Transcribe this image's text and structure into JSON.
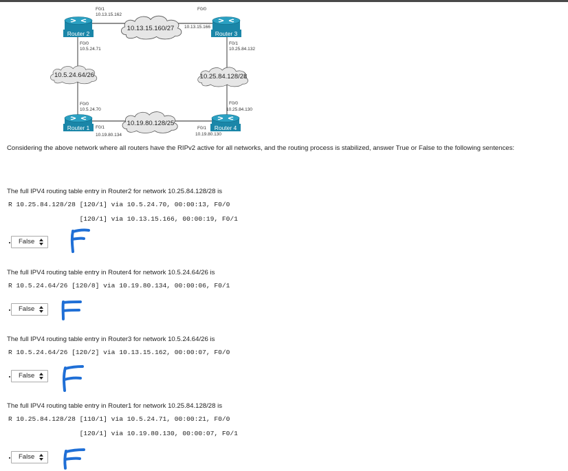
{
  "diagram": {
    "clouds": [
      {
        "id": "cloud-top",
        "label": "10.13.15.160/27"
      },
      {
        "id": "cloud-left",
        "label": "10.5.24.64/26"
      },
      {
        "id": "cloud-right",
        "label": "10.25.84.128/28"
      },
      {
        "id": "cloud-bottom",
        "label": "10.19.80.128/25"
      }
    ],
    "routers": [
      {
        "id": "router-2",
        "label": "Router 2"
      },
      {
        "id": "router-3",
        "label": "Router 3"
      },
      {
        "id": "router-1",
        "label": "Router 1"
      },
      {
        "id": "router-4",
        "label": "Router 4"
      }
    ],
    "interfaces": {
      "r2_f01": "F0/1",
      "r2_f01_ip": "10.13.15.162",
      "r2_f00": "F0/0",
      "r2_f00_ip": "10.5.24.71",
      "r3_f00": "F0/0",
      "r3_f00_ip": "10.13.15.166",
      "r3_f01": "F0/1",
      "r3_f01_ip": "10.25.84.132",
      "r1_f00": "F0/0",
      "r1_f00_ip": "10.5.24.70",
      "r1_f01": "F0/1",
      "r1_f01_ip": "10.19.80.134",
      "r4_f00": "F0/0",
      "r4_f00_ip": "10.25.84.130",
      "r4_f01": "F0/1",
      "r4_f01_ip": "10.19.80.130"
    },
    "colors": {
      "router": "#1a86a8",
      "cloud_fill": "#e6e6e6",
      "link": "#222222"
    }
  },
  "intro": "Considering the above network where all routers have the RIPv2 active for all networks, and the routing process is stabilized, answer True or False to the following sentences:",
  "questions": [
    {
      "text": "The full IPV4 routing table entry in Router2 for network 10.25.84.128/28 is",
      "lines": [
        "R 10.25.84.128/28 [120/1] via 10.5.24.70, 00:00:13, F0/0",
        "                  [120/1] via 10.13.15.166, 00:00:19, F0/1"
      ],
      "answer": "False"
    },
    {
      "text": "The full IPV4 routing table entry in Router4 for network 10.5.24.64/26 is",
      "lines": [
        "R 10.5.24.64/26 [120/8] via 10.19.80.134, 00:00:06, F0/1"
      ],
      "answer": "False"
    },
    {
      "text": "The full IPV4 routing table entry in Router3 for network 10.5.24.64/26 is",
      "lines": [
        "R 10.5.24.64/26 [120/2] via 10.13.15.162, 00:00:07, F0/0"
      ],
      "answer": "False"
    },
    {
      "text": "The full IPV4 routing table entry in Router1 for network 10.25.84.128/28 is",
      "lines": [
        "R 10.25.84.128/28 [110/1] via 10.5.24.71, 00:00:21, F0/0",
        "                  [120/1] via 10.19.80.130, 00:00:07, F0/1"
      ],
      "answer": "False"
    }
  ],
  "handwritten_mark": "F",
  "mark_color": "#1f6fd6"
}
